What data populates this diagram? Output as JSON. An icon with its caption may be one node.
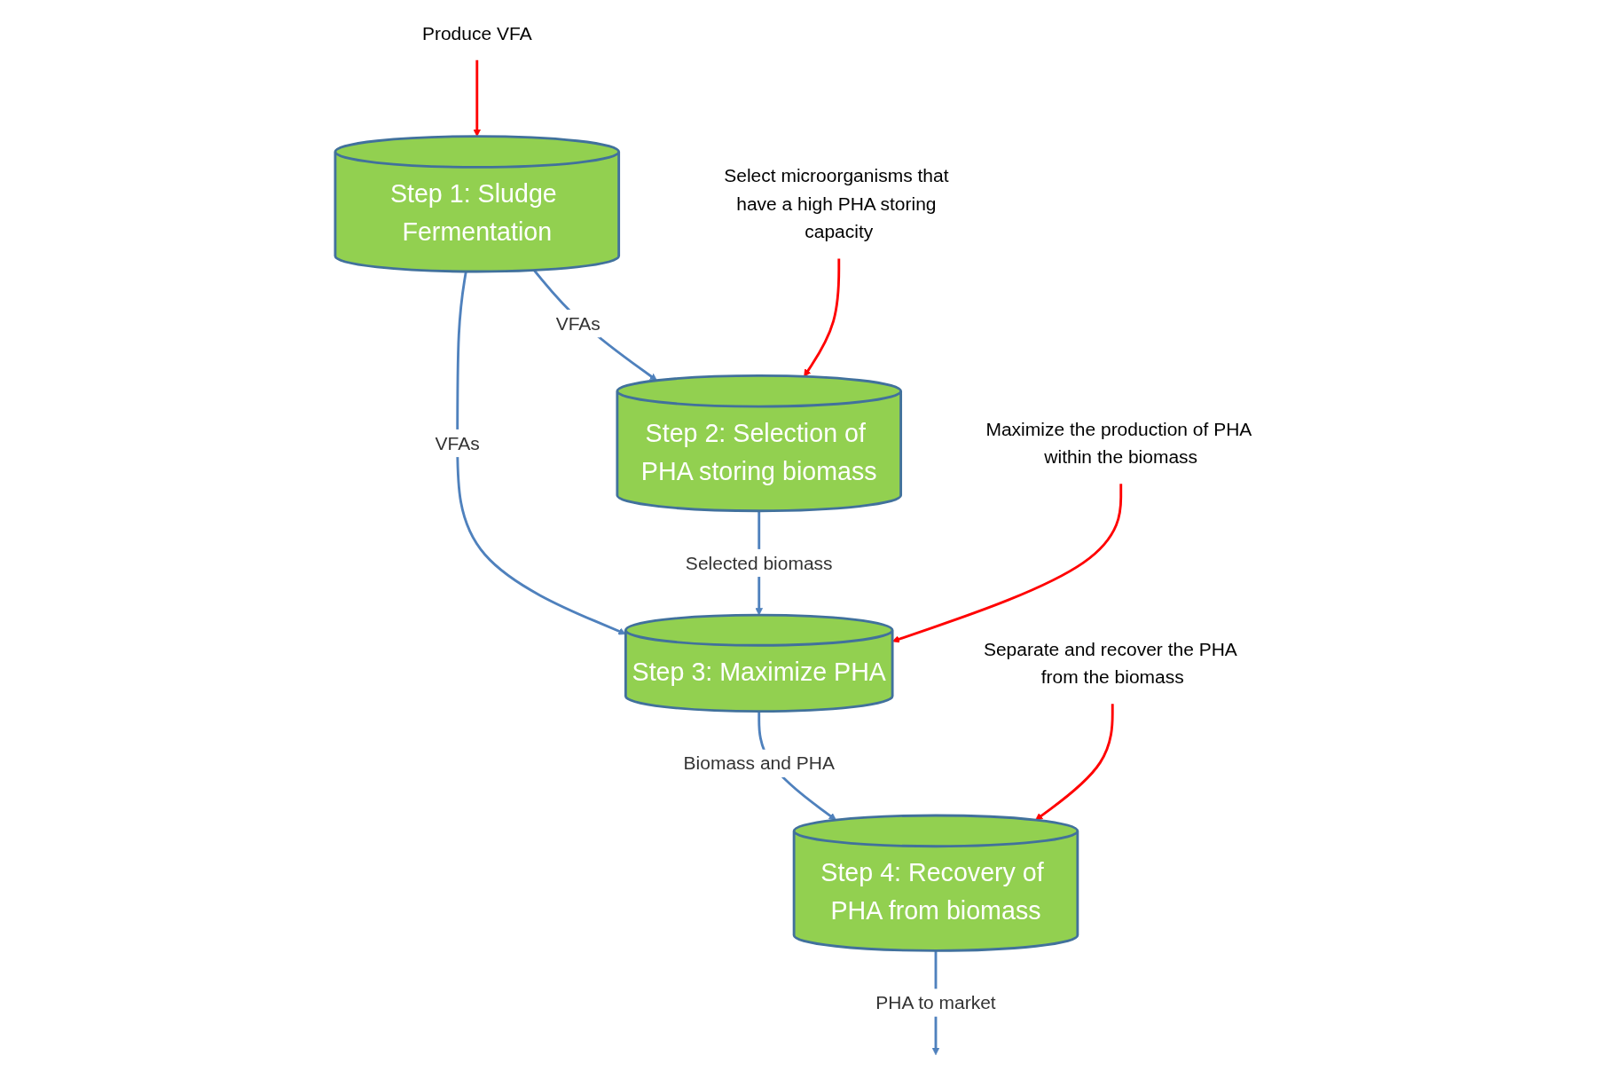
{
  "diagram": {
    "nodes": [
      {
        "text": [
          "Step 1: Sludge Fermentation"
        ]
      },
      {
        "text": [
          "Step 2: Selection of PHA storing biomass"
        ]
      },
      {
        "text": [
          "Step 3: Maximize PHA"
        ]
      },
      {
        "text": [
          "Step 4: Recovery of PHA from biomass"
        ]
      },
      {
        "text": [
          "Produce VFA"
        ]
      },
      {
        "text": [
          "Select microorganisms that have a high PHA storing capacity"
        ]
      },
      {
        "text": [
          "Maximize the production of PHA within the biomass"
        ]
      },
      {
        "text": [
          "Separate and recover the PHA from the biomass"
        ]
      }
    ],
    "edges": [
      {
        "from": 0,
        "to": 1,
        "label": "VFAs",
        "arrow": "to",
        "color": "#4f81bd"
      },
      {
        "from": 0,
        "to": 2,
        "label": "VFAs",
        "arrow": "to",
        "color": "#4f81bd"
      },
      {
        "from": 1,
        "to": 2,
        "label": "Selected biomass",
        "arrow": "to",
        "color": "#4f81bd"
      },
      {
        "from": 2,
        "to": 3,
        "label": "Biomass and PHA",
        "arrow": "to",
        "color": "#4f81bd"
      },
      {
        "from": 3,
        "to": null,
        "label": "PHA to market",
        "arrow": "to",
        "color": "#4f81bd"
      },
      {
        "from": 4,
        "to": 0,
        "arrow": "to",
        "color": "#ff0000"
      },
      {
        "from": 5,
        "to": 1,
        "arrow": "to",
        "color": "#ff0000"
      },
      {
        "from": 6,
        "to": 2,
        "arrow": "to",
        "color": "#ff0000"
      },
      {
        "from": 7,
        "to": 3,
        "arrow": "to",
        "color": "#ff0000"
      }
    ]
  }
}
